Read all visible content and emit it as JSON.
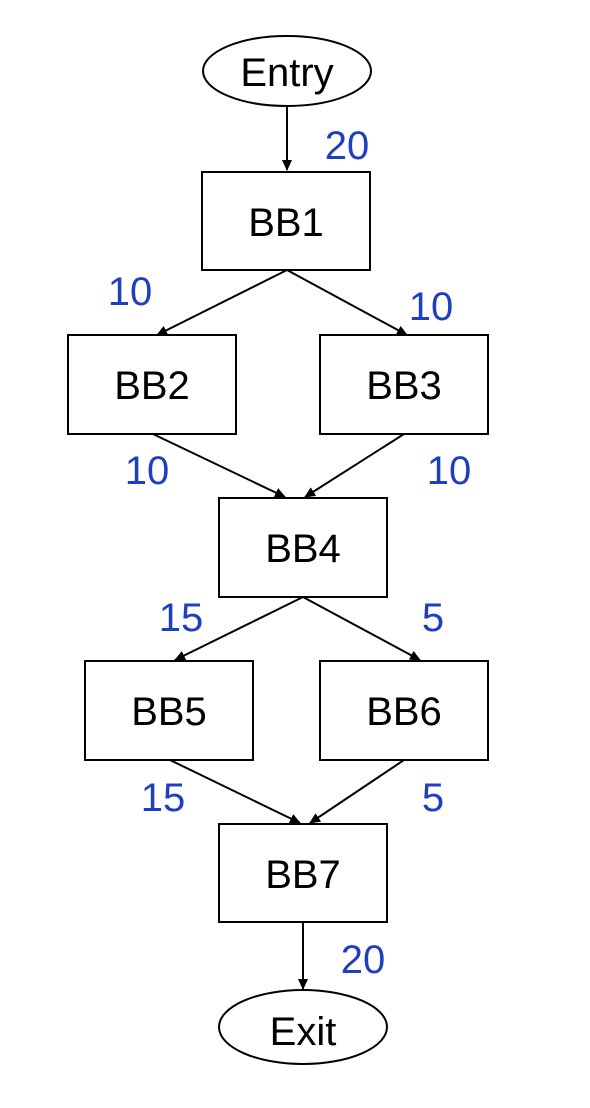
{
  "colors": {
    "stroke": "#000000",
    "label": "#1f3fbf",
    "background": "#ffffff"
  },
  "nodes": {
    "entry": "Entry",
    "bb1": "BB1",
    "bb2": "BB2",
    "bb3": "BB3",
    "bb4": "BB4",
    "bb5": "BB5",
    "bb6": "BB6",
    "bb7": "BB7",
    "exit": "Exit"
  },
  "edges": {
    "entry_bb1": "20",
    "bb1_bb2": "10",
    "bb1_bb3": "10",
    "bb2_bb4": "10",
    "bb3_bb4": "10",
    "bb4_bb5": "15",
    "bb4_bb6": "5",
    "bb5_bb7": "15",
    "bb6_bb7": "5",
    "bb7_exit": "20"
  }
}
